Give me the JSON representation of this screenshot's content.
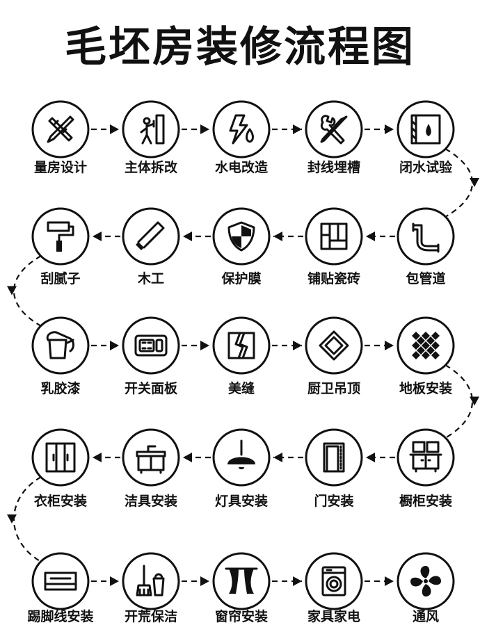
{
  "title": "毛坯房装修流程图",
  "steps": [
    {
      "label": "量房设计",
      "icon": "ruler-pencil-icon"
    },
    {
      "label": "主体拆改",
      "icon": "demolition-worker-icon"
    },
    {
      "label": "水电改造",
      "icon": "water-electric-icon"
    },
    {
      "label": "封线埋槽",
      "icon": "wrench-screwdriver-icon"
    },
    {
      "label": "闭水试验",
      "icon": "waterproof-test-icon"
    },
    {
      "label": "包管道",
      "icon": "pipe-icon"
    },
    {
      "label": "铺贴瓷砖",
      "icon": "tile-icon"
    },
    {
      "label": "保护膜",
      "icon": "shield-icon"
    },
    {
      "label": "木工",
      "icon": "saw-icon"
    },
    {
      "label": "刮腻子",
      "icon": "paint-roller-icon"
    },
    {
      "label": "乳胶漆",
      "icon": "paint-bucket-icon"
    },
    {
      "label": "开关面板",
      "icon": "switch-panel-icon"
    },
    {
      "label": "美缝",
      "icon": "tile-gap-icon"
    },
    {
      "label": "厨卫吊顶",
      "icon": "ceiling-icon"
    },
    {
      "label": "地板安装",
      "icon": "floor-diamond-icon"
    },
    {
      "label": "橱柜安装",
      "icon": "cabinet-icon"
    },
    {
      "label": "门安装",
      "icon": "door-icon"
    },
    {
      "label": "灯具安装",
      "icon": "pendant-lamp-icon"
    },
    {
      "label": "洁具安装",
      "icon": "sink-vanity-icon"
    },
    {
      "label": "衣柜安装",
      "icon": "wardrobe-icon"
    },
    {
      "label": "踢脚线安装",
      "icon": "baseboard-icon"
    },
    {
      "label": "开荒保洁",
      "icon": "broom-bucket-icon"
    },
    {
      "label": "窗帘安装",
      "icon": "curtain-icon"
    },
    {
      "label": "家具家电",
      "icon": "washing-machine-icon"
    },
    {
      "label": "通风",
      "icon": "fan-icon"
    }
  ],
  "colors": {
    "ink": "#111111",
    "background": "#ffffff"
  }
}
